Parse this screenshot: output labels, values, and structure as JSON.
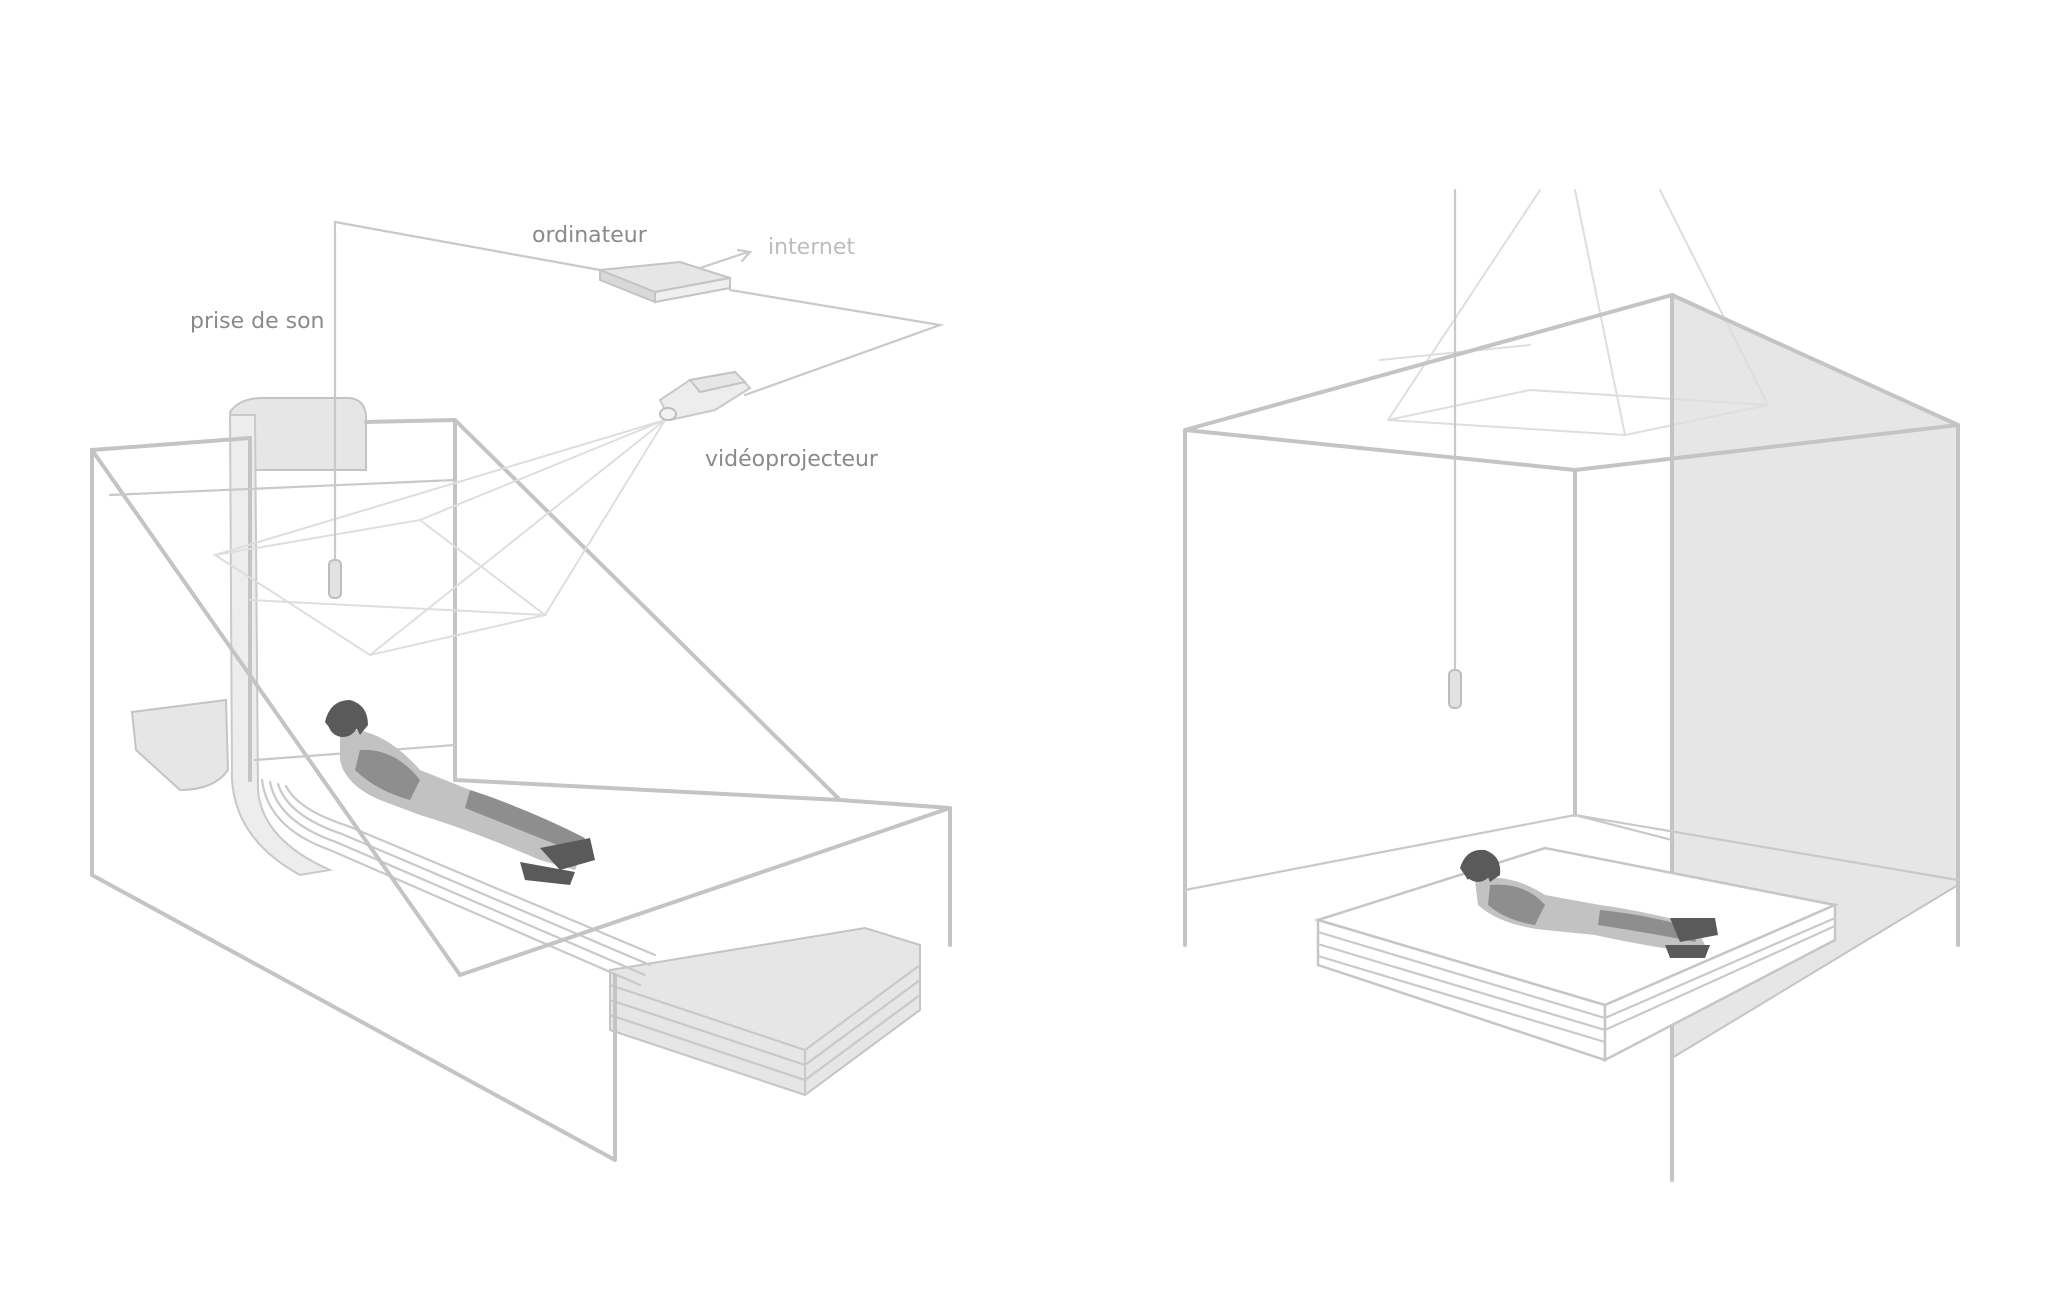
{
  "labels": {
    "computer": "ordinateur",
    "internet": "internet",
    "microphone": "prise de son",
    "projector": "vidéoprojecteur"
  },
  "colors": {
    "structure": "#c4c4c4",
    "panel": "#e6e6e6",
    "label_text": "#8a8a8a",
    "label_faint": "#bdbdbd",
    "person": "#5a5a5a"
  }
}
